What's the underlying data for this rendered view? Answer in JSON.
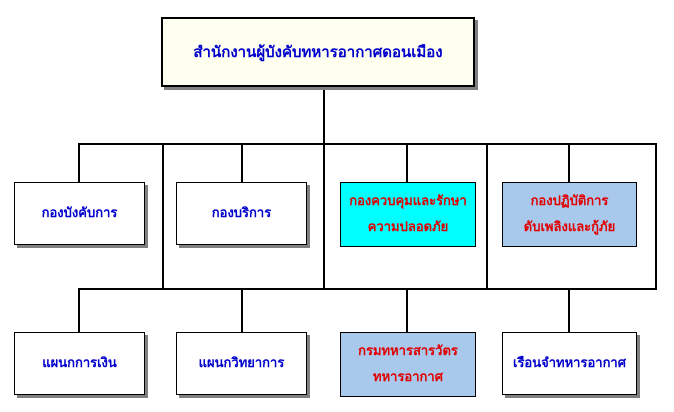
{
  "colors": {
    "blue_text": "#0000cc",
    "red_text": "#e00000",
    "cyan_fill": "#00ffff",
    "lightblue_fill": "#a8c8ec",
    "cream_fill": "#fffff0",
    "white_fill": "#ffffff"
  },
  "nodes": {
    "root": {
      "lines": [
        "สำนักงานผู้บังคับทหารอากาศดอนเมือง"
      ]
    },
    "command": {
      "lines": [
        "กองบังคับการ"
      ]
    },
    "services": {
      "lines": [
        "กองบริการ"
      ]
    },
    "security": {
      "lines": [
        "กองควบคุมและรักษา",
        "ความปลอดภัย"
      ]
    },
    "firefighting": {
      "lines": [
        "กองปฏิบัติการ",
        "ดับเพลิงและกู้ภัย"
      ]
    },
    "finance": {
      "lines": [
        "แผนกการเงิน"
      ]
    },
    "academic": {
      "lines": [
        "แผนกวิทยาการ"
      ]
    },
    "signals": {
      "lines": [
        "กรมทหารสารวัตร",
        "ทหารอากาศ"
      ]
    },
    "detention": {
      "lines": [
        "เรือนจำทหารอากาศ"
      ]
    }
  }
}
